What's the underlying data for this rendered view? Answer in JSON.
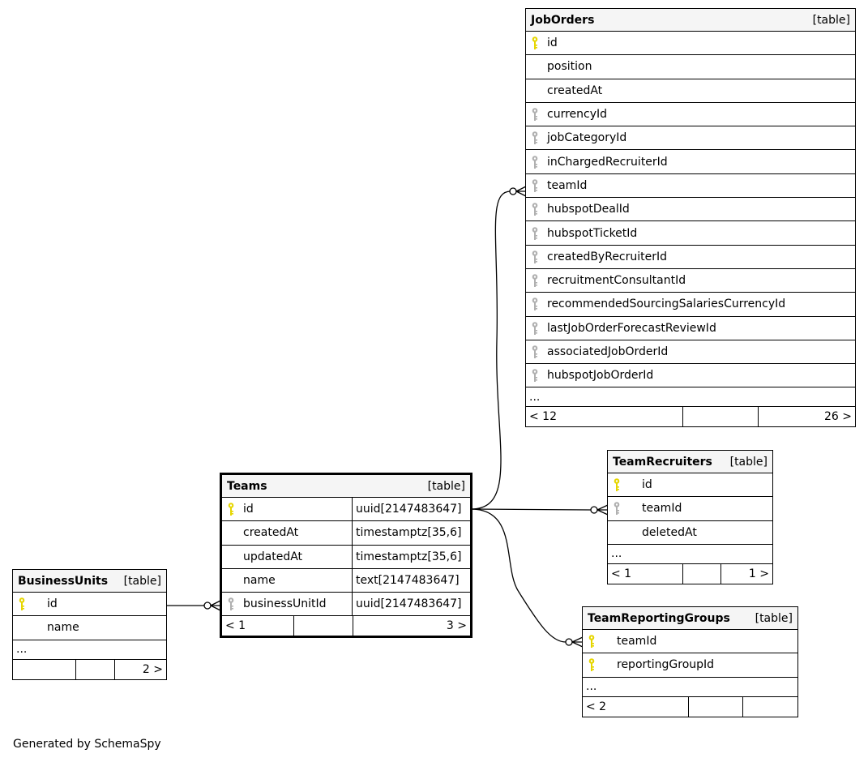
{
  "generated_by": "Generated by SchemaSpy",
  "colors": {
    "pk_key": "#e6d600",
    "fk_key": "#b0b0b0",
    "header_bg": "#f5f5f5"
  },
  "tables": {
    "job_orders": {
      "name": "JobOrders",
      "type": "[table]",
      "columns": [
        {
          "name": "id",
          "key": "pk-icon"
        },
        {
          "name": "position",
          "key": ""
        },
        {
          "name": "createdAt",
          "key": ""
        },
        {
          "name": "currencyId",
          "key": "fk-icon"
        },
        {
          "name": "jobCategoryId",
          "key": "fk-icon"
        },
        {
          "name": "inChargedRecruiterId",
          "key": "fk-icon"
        },
        {
          "name": "teamId",
          "key": "fk-icon"
        },
        {
          "name": "hubspotDealId",
          "key": "fk-icon"
        },
        {
          "name": "hubspotTicketId",
          "key": "fk-icon"
        },
        {
          "name": "createdByRecruiterId",
          "key": "fk-icon"
        },
        {
          "name": "recruitmentConsultantId",
          "key": "fk-icon"
        },
        {
          "name": "recommendedSourcingSalariesCurrencyId",
          "key": "fk-icon"
        },
        {
          "name": "lastJobOrderForecastReviewId",
          "key": "fk-icon"
        },
        {
          "name": "associatedJobOrderId",
          "key": "fk-icon"
        },
        {
          "name": "hubspotJobOrderId",
          "key": "fk-icon"
        }
      ],
      "more": "...",
      "parents": "< 12",
      "rows": "",
      "children": "26 >"
    },
    "teams": {
      "name": "Teams",
      "type": "[table]",
      "columns": [
        {
          "name": "id",
          "key": "pk-icon",
          "type": "uuid[2147483647]"
        },
        {
          "name": "createdAt",
          "key": "",
          "type": "timestamptz[35,6]"
        },
        {
          "name": "updatedAt",
          "key": "",
          "type": "timestamptz[35,6]"
        },
        {
          "name": "name",
          "key": "",
          "type": "text[2147483647]"
        },
        {
          "name": "businessUnitId",
          "key": "fk-icon",
          "type": "uuid[2147483647]"
        }
      ],
      "parents": "< 1",
      "rows": "",
      "children": "3 >"
    },
    "team_recruiters": {
      "name": "TeamRecruiters",
      "type": "[table]",
      "columns": [
        {
          "name": "id",
          "key": "pk-icon"
        },
        {
          "name": "teamId",
          "key": "fk-icon"
        },
        {
          "name": "deletedAt",
          "key": ""
        }
      ],
      "more": "...",
      "parents": "< 1",
      "rows": "",
      "children": "1 >"
    },
    "business_units": {
      "name": "BusinessUnits",
      "type": "[table]",
      "columns": [
        {
          "name": "id",
          "key": "pk-icon"
        },
        {
          "name": "name",
          "key": ""
        }
      ],
      "more": "...",
      "parents": "",
      "rows": "",
      "children": "2 >"
    },
    "team_reporting_groups": {
      "name": "TeamReportingGroups",
      "type": "[table]",
      "columns": [
        {
          "name": "teamId",
          "key": "pk-icon"
        },
        {
          "name": "reportingGroupId",
          "key": "pk-icon"
        }
      ],
      "more": "...",
      "parents": "< 2",
      "rows": "",
      "children": ""
    }
  }
}
